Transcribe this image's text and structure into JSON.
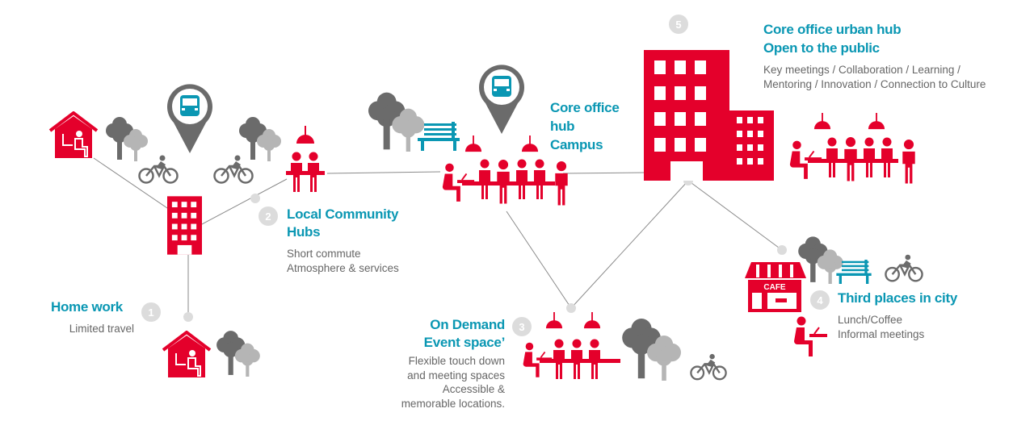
{
  "colors": {
    "red": "#e4002b",
    "teal": "#0a97b3",
    "gray": "#6b6b6b",
    "lightgray": "#b5b5b5",
    "node": "#dcdcdc"
  },
  "nodes": [
    {
      "number": "1",
      "title": [
        "Home work"
      ],
      "desc": [
        "Limited travel"
      ]
    },
    {
      "number": "2",
      "title": [
        "Local Community",
        "Hubs"
      ],
      "desc": [
        "Short commute",
        "Atmosphere & services"
      ]
    },
    {
      "number": "3",
      "title": [
        "On Demand",
        "Event space’"
      ],
      "desc": [
        "Flexible touch down",
        "and meeting spaces",
        "Accessible &",
        "memorable locations."
      ]
    },
    {
      "number": "4",
      "title": [
        "Third places in city"
      ],
      "desc": [
        "Lunch/Coffee",
        "Informal meetings"
      ]
    },
    {
      "number": "5",
      "title": [
        "Core office urban hub",
        "Open to the public"
      ],
      "desc": [
        "Key meetings / Collaboration / Learning /",
        "Mentoring /  Innovation  / Connection to Culture"
      ]
    }
  ],
  "campus": {
    "title": [
      "Core office",
      "hub",
      "Campus"
    ]
  },
  "cafe_sign": "CAFE"
}
